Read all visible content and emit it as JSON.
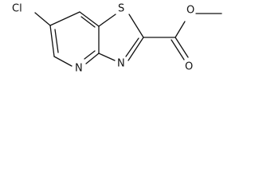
{
  "molecule": {
    "atoms": {
      "chlorine": "Cl",
      "sulfur": "S",
      "pyridine_nitrogen": "N",
      "thiazole_nitrogen": "N",
      "carbonyl_oxygen": "O",
      "ester_oxygen": "O"
    }
  }
}
